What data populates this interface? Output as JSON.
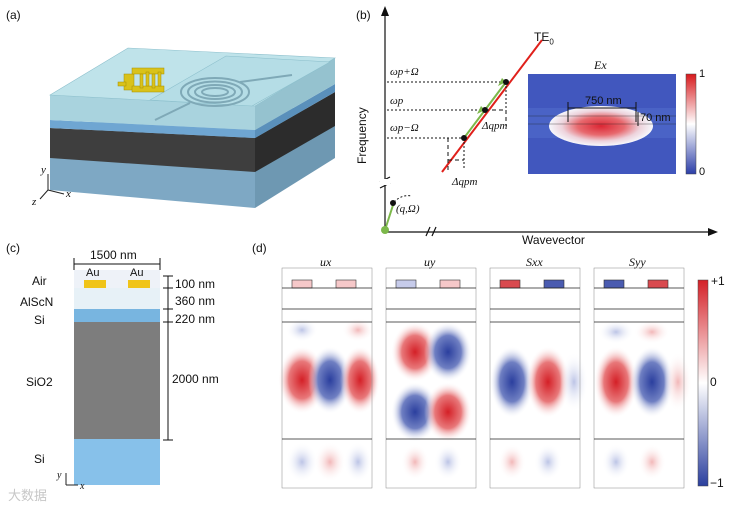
{
  "panels": {
    "a": "(a)",
    "b": "(b)",
    "c": "(c)",
    "d": "(d)"
  },
  "panel_a": {
    "axes": {
      "x": "x",
      "y": "y",
      "z": "z"
    }
  },
  "panel_b": {
    "y_axis_label": "Frequency",
    "x_axis_label": "Wavevector",
    "mode_label_main": "TE",
    "mode_label_sub": "0",
    "freq_upper": "ωp+Ω",
    "freq_mid": "ωp",
    "freq_lower": "ωp−Ω",
    "dq_right": "Δqpm",
    "dq_bottom": "Δqpm",
    "phonon_point": "(q,Ω)",
    "inset": {
      "title": "Ex",
      "width_label": "750 nm",
      "height_label": "70 nm",
      "colorbar_max": "1",
      "colorbar_min": "0"
    }
  },
  "panel_c": {
    "top_width": "1500 nm",
    "electrode_left": "Au",
    "electrode_right": "Au",
    "layers": [
      {
        "name": "Air",
        "thickness": "100 nm"
      },
      {
        "name": "AlScN",
        "thickness": "360 nm"
      },
      {
        "name": "Si",
        "thickness": "220 nm"
      },
      {
        "name": "SiO2",
        "thickness": "2000 nm"
      },
      {
        "name": "Si",
        "thickness": ""
      }
    ],
    "axes": {
      "y": "y",
      "x": "x"
    }
  },
  "panel_d": {
    "fields": [
      "ux",
      "uy",
      "Sxx",
      "Syy"
    ],
    "colorbar_max": "+1",
    "colorbar_mid": "0",
    "colorbar_min": "−1"
  },
  "watermark": "大数据"
}
